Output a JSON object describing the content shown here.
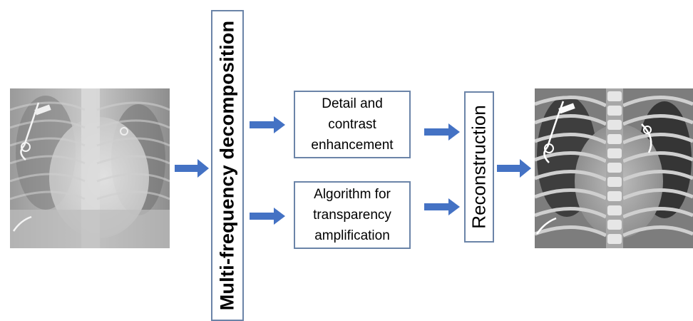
{
  "steps": {
    "decomposition": "Multi-frequency decomposition",
    "detail": "Detail and\ncontrast\nenhancement",
    "transparency": "Algorithm for\ntransparency\namplification",
    "reconstruction": "Reconstruction"
  },
  "images": {
    "input": "chest-xray-original",
    "output": "chest-xray-enhanced"
  },
  "colors": {
    "arrow": "#4472c4",
    "box_border": "#6b84a8"
  }
}
